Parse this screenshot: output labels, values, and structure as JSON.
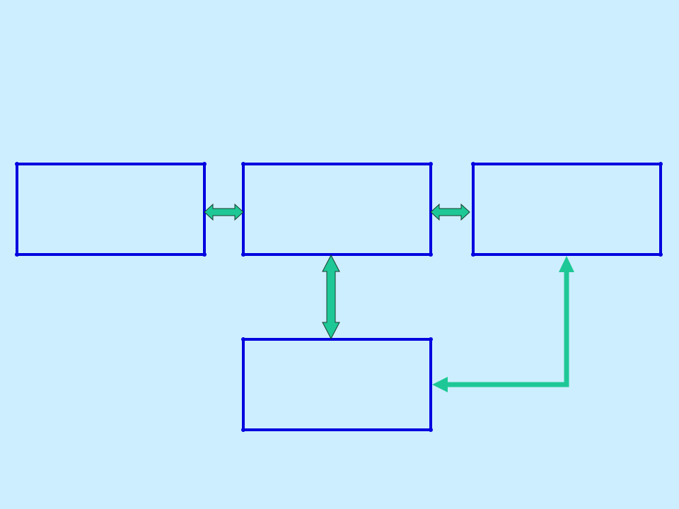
{
  "colors": {
    "background": "#cdeefe",
    "box_border": "#0000e0",
    "arrow_fill": "#1ec896",
    "arrow_outline": "#1a3a2e",
    "connector": "#1ec896"
  },
  "diagram": {
    "boxes": [
      {
        "id": "box-left",
        "label": ""
      },
      {
        "id": "box-center",
        "label": ""
      },
      {
        "id": "box-right",
        "label": ""
      },
      {
        "id": "box-bottom",
        "label": ""
      }
    ],
    "connections": [
      {
        "from": "box-left",
        "to": "box-center",
        "style": "double-arrow"
      },
      {
        "from": "box-center",
        "to": "box-right",
        "style": "double-arrow"
      },
      {
        "from": "box-center",
        "to": "box-bottom",
        "style": "double-arrow"
      },
      {
        "from": "box-bottom",
        "to": "box-right",
        "style": "elbow-arrow",
        "arrowheads": "both-ends"
      }
    ]
  }
}
